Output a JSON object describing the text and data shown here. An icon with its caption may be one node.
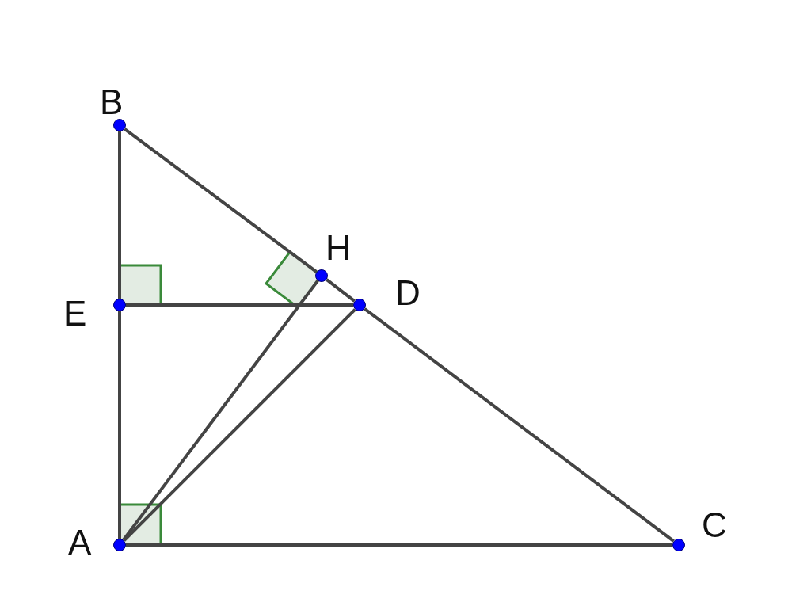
{
  "diagram": {
    "nodes": [
      {
        "text": [
          "B"
        ]
      },
      {
        "text": [
          "H"
        ]
      },
      {
        "text": [
          "D"
        ]
      },
      {
        "text": [
          "E"
        ]
      },
      {
        "text": [
          "A"
        ]
      },
      {
        "text": [
          "C"
        ]
      }
    ],
    "edges": [
      {
        "from": 0,
        "to": 3,
        "arrow": "none"
      },
      {
        "from": 3,
        "to": 4,
        "arrow": "none"
      },
      {
        "from": 0,
        "to": 1,
        "arrow": "none"
      },
      {
        "from": 1,
        "to": 2,
        "arrow": "none"
      },
      {
        "from": 2,
        "to": 5,
        "arrow": "none"
      },
      {
        "from": 3,
        "to": 2,
        "arrow": "none"
      },
      {
        "from": 4,
        "to": 1,
        "arrow": "none"
      },
      {
        "from": 4,
        "to": 2,
        "arrow": "none"
      },
      {
        "from": 4,
        "to": 5,
        "arrow": "none"
      }
    ]
  }
}
